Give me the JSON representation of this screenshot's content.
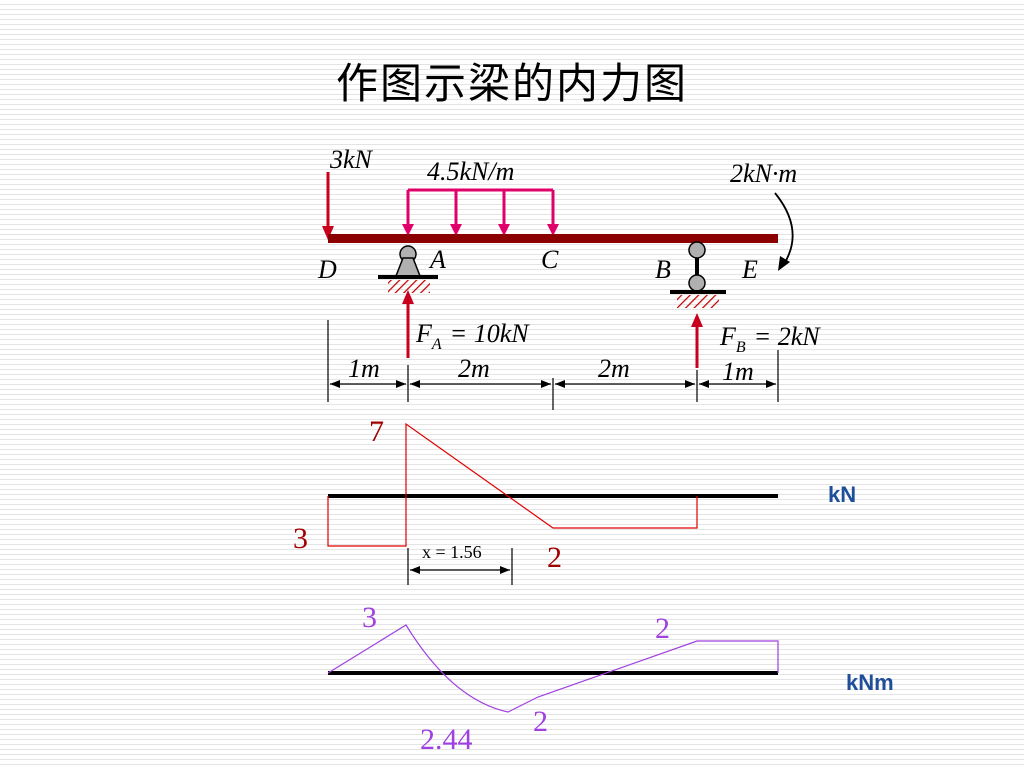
{
  "title": "作图示梁的内力图",
  "loads": {
    "point_load": "3kN",
    "distributed_load": "4.5kN/m",
    "moment": "2kN·m"
  },
  "points": {
    "D": "D",
    "A": "A",
    "C": "C",
    "B": "B",
    "E": "E"
  },
  "reactions": {
    "FA": {
      "symbol": "F",
      "sub": "A",
      "value": "= 10kN"
    },
    "FB": {
      "symbol": "F",
      "sub": "B",
      "value": "= 2kN"
    }
  },
  "dimensions": [
    "1m",
    "2m",
    "2m",
    "1m"
  ],
  "shear_diagram": {
    "unit": "kN",
    "labels": {
      "max": "7",
      "left": "3",
      "right": "2"
    },
    "x_dim": "x = 1.56"
  },
  "moment_diagram": {
    "unit": "kNm",
    "labels": {
      "peak_a": "3",
      "right": "2",
      "min_bottom": "2",
      "extreme": "2.44"
    }
  },
  "colors": {
    "beam": "#8b0000",
    "load": "#e0006a",
    "reaction": "#c8001e",
    "shear": "#e00000",
    "moment": "#a040e0",
    "unit_text": "#1f4e9a"
  }
}
